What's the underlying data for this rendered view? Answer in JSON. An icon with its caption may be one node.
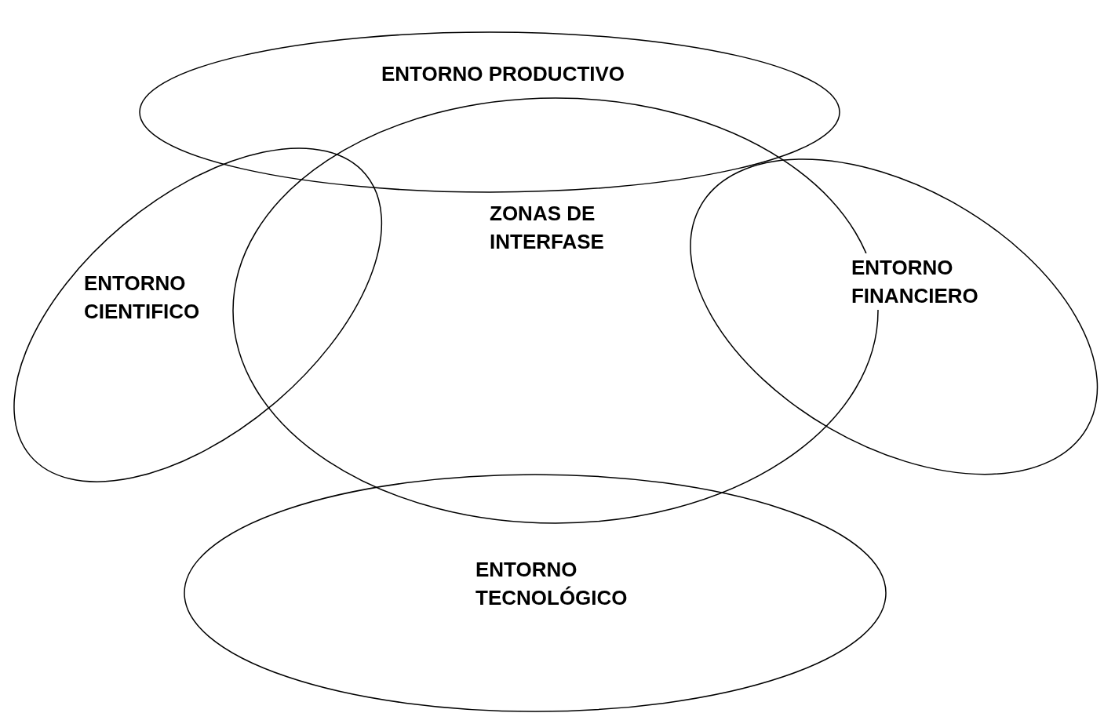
{
  "diagram": {
    "nodes": [
      {
        "text": [
          "ENTORNO PRODUCTIVO"
        ]
      },
      {
        "text": [
          "ZONAS DE INTERFASE"
        ]
      },
      {
        "text": [
          "ENTORNO CIENTIFICO"
        ]
      },
      {
        "text": [
          "ENTORNO FINANCIERO"
        ]
      },
      {
        "text": [
          "ENTORNO TECNOLÓGICO"
        ]
      }
    ]
  }
}
